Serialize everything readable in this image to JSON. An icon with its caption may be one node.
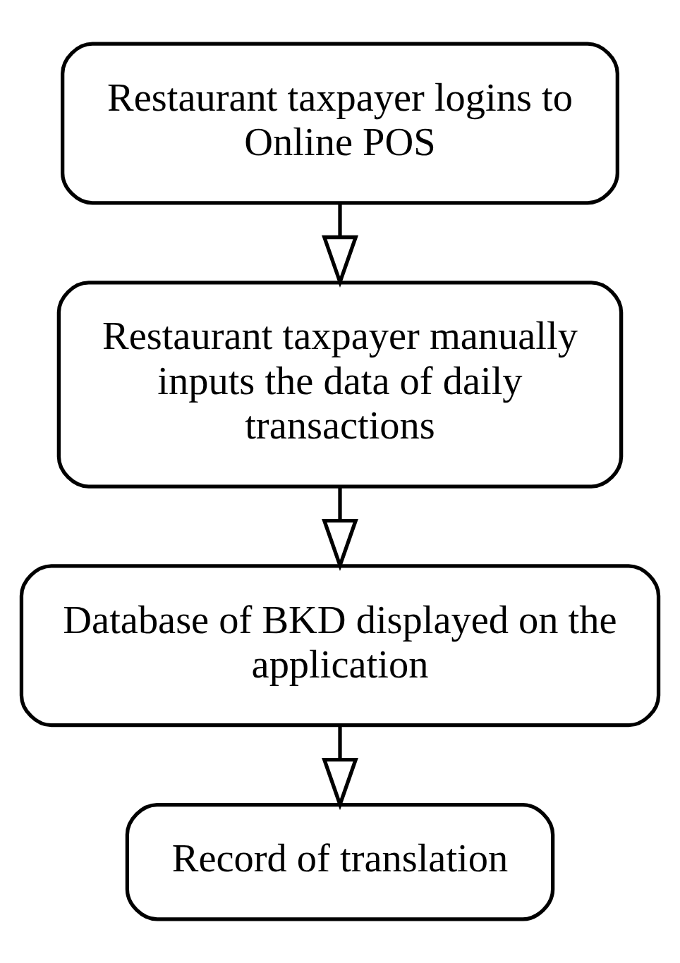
{
  "diagram": {
    "nodes": [
      {
        "text": [
          "Restaurant taxpayer logins to Online POS"
        ]
      },
      {
        "text": [
          "Restaurant taxpayer manually inputs the data of daily transactions"
        ]
      },
      {
        "text": [
          "Database of BKD displayed on the application"
        ]
      },
      {
        "text": [
          "Record of translation"
        ]
      }
    ],
    "edges": [
      {
        "from": 0,
        "to": 1,
        "arrow": "to"
      },
      {
        "from": 1,
        "to": 2,
        "arrow": "to"
      },
      {
        "from": 2,
        "to": 3,
        "arrow": "to"
      }
    ]
  }
}
